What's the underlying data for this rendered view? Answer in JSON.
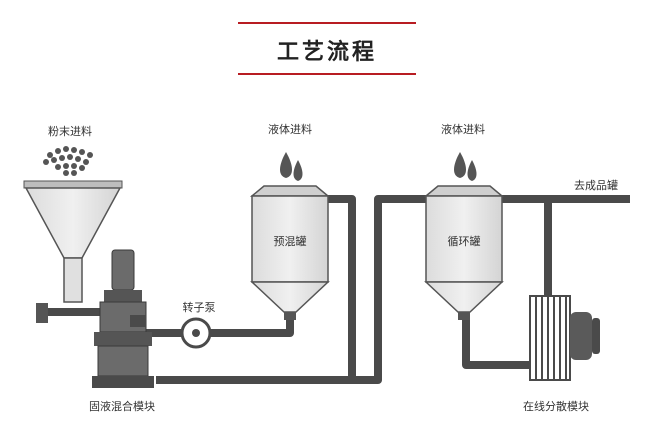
{
  "title": "工艺流程",
  "labels": {
    "powder_feed": "粉末进料",
    "liquid_feed_1": "液体进料",
    "liquid_feed_2": "液体进料",
    "premix_tank": "预混罐",
    "circulation_tank": "循环罐",
    "rotor_pump": "转子泵",
    "solid_liquid_module": "固液混合模块",
    "inline_dispersion_module": "在线分散模块",
    "to_product_tank": "去成品罐"
  },
  "colors": {
    "accent": "#b81c22",
    "pipe": "#4a4a4a",
    "vessel_fill": "#e6e6e6",
    "vessel_stroke": "#555555"
  }
}
